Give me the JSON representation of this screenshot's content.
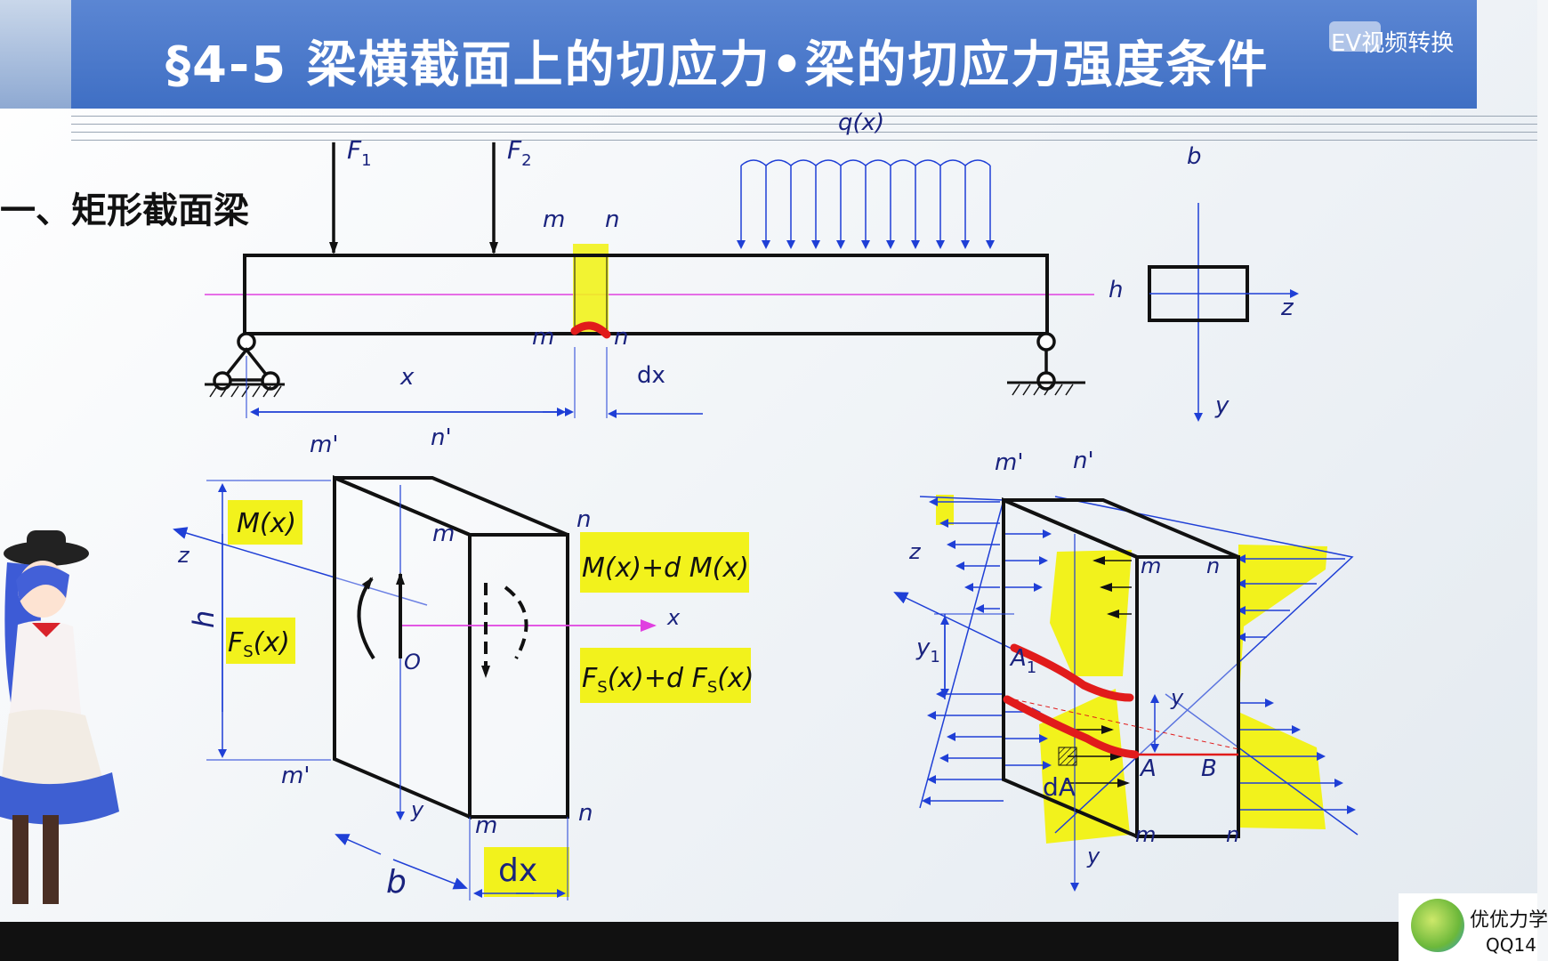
{
  "header": {
    "title": "§4-5  梁横截面上的切应力•梁的切应力强度条件",
    "watermark": "EV视频转换"
  },
  "section": {
    "title": "一、矩形截面梁"
  },
  "beam": {
    "load_f1": "F",
    "load_f1_sub": "1",
    "load_f2": "F",
    "load_f2_sub": "2",
    "dist_load": "q(x)",
    "section_m": "m",
    "section_n": "n",
    "dim_x": "x",
    "dim_dx": "dx"
  },
  "cross_section": {
    "width": "b",
    "height": "h",
    "axis_z": "z",
    "axis_y": "y"
  },
  "element": {
    "m_prime": "m'",
    "n_prime": "n'",
    "m": "m",
    "n": "n",
    "moment_left": "M(x)",
    "moment_right": "M(x)+d M(x)",
    "shear_left": "F",
    "shear_left_sub": "S",
    "shear_left_arg": "(x)",
    "shear_right": "F",
    "shear_right_sub": "S",
    "shear_right_mid": "(x)+d F",
    "shear_right_arg": "(x)",
    "dim_h": "h",
    "dim_b": "b",
    "dim_dx": "dx",
    "axis_z": "z",
    "axis_x": "x",
    "axis_y": "y",
    "origin": "O"
  },
  "stress_element": {
    "m_prime": "m'",
    "n_prime": "n'",
    "m": "m",
    "n": "n",
    "axis_z": "z",
    "axis_y": "y",
    "dim_y1": "y",
    "dim_y1_sub": "1",
    "point_a1": "A",
    "point_a1_sub": "1",
    "point_a": "A",
    "point_b": "B",
    "dim_y": "y",
    "area": "dA"
  },
  "logo": {
    "name": "优优力学",
    "qq": "QQ14"
  },
  "colors": {
    "title_bar": "#4a78c8",
    "diagram_blue": "#1f3fd6",
    "highlight": "#f2f21c",
    "neutral_axis": "#e040e0",
    "red_mark": "#e11b1b"
  }
}
